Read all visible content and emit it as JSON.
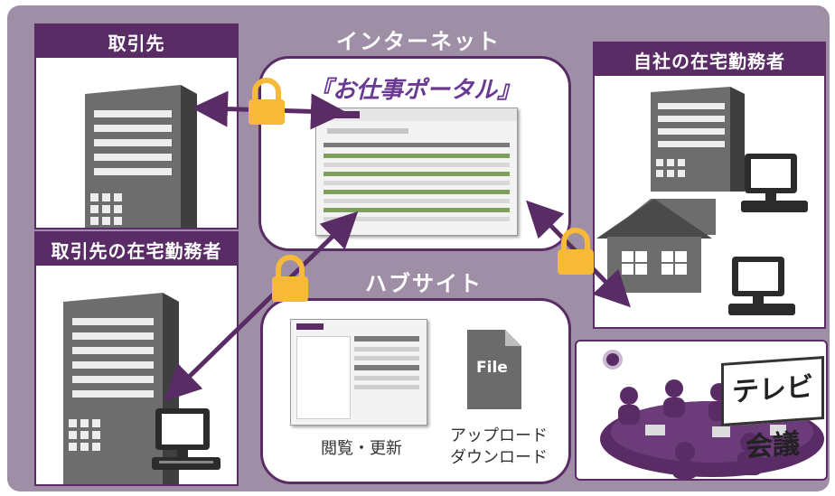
{
  "internet_label": "インターネット",
  "portal_title": "『お仕事ポータル』",
  "hub_label": "ハブサイト",
  "panels": {
    "partner": "取引先",
    "partner_remote": "取引先の在宅勤務者",
    "own_remote": "自社の在宅勤務者"
  },
  "hub_items": {
    "view_update": "閲覧・更新",
    "upload": "アップロード",
    "download": "ダウンロード",
    "file_label": "File"
  },
  "video_conf": "テレビ会議",
  "colors": {
    "purple": "#5a2c66",
    "lock": "#f6b938",
    "background": "#9f8fa6"
  }
}
